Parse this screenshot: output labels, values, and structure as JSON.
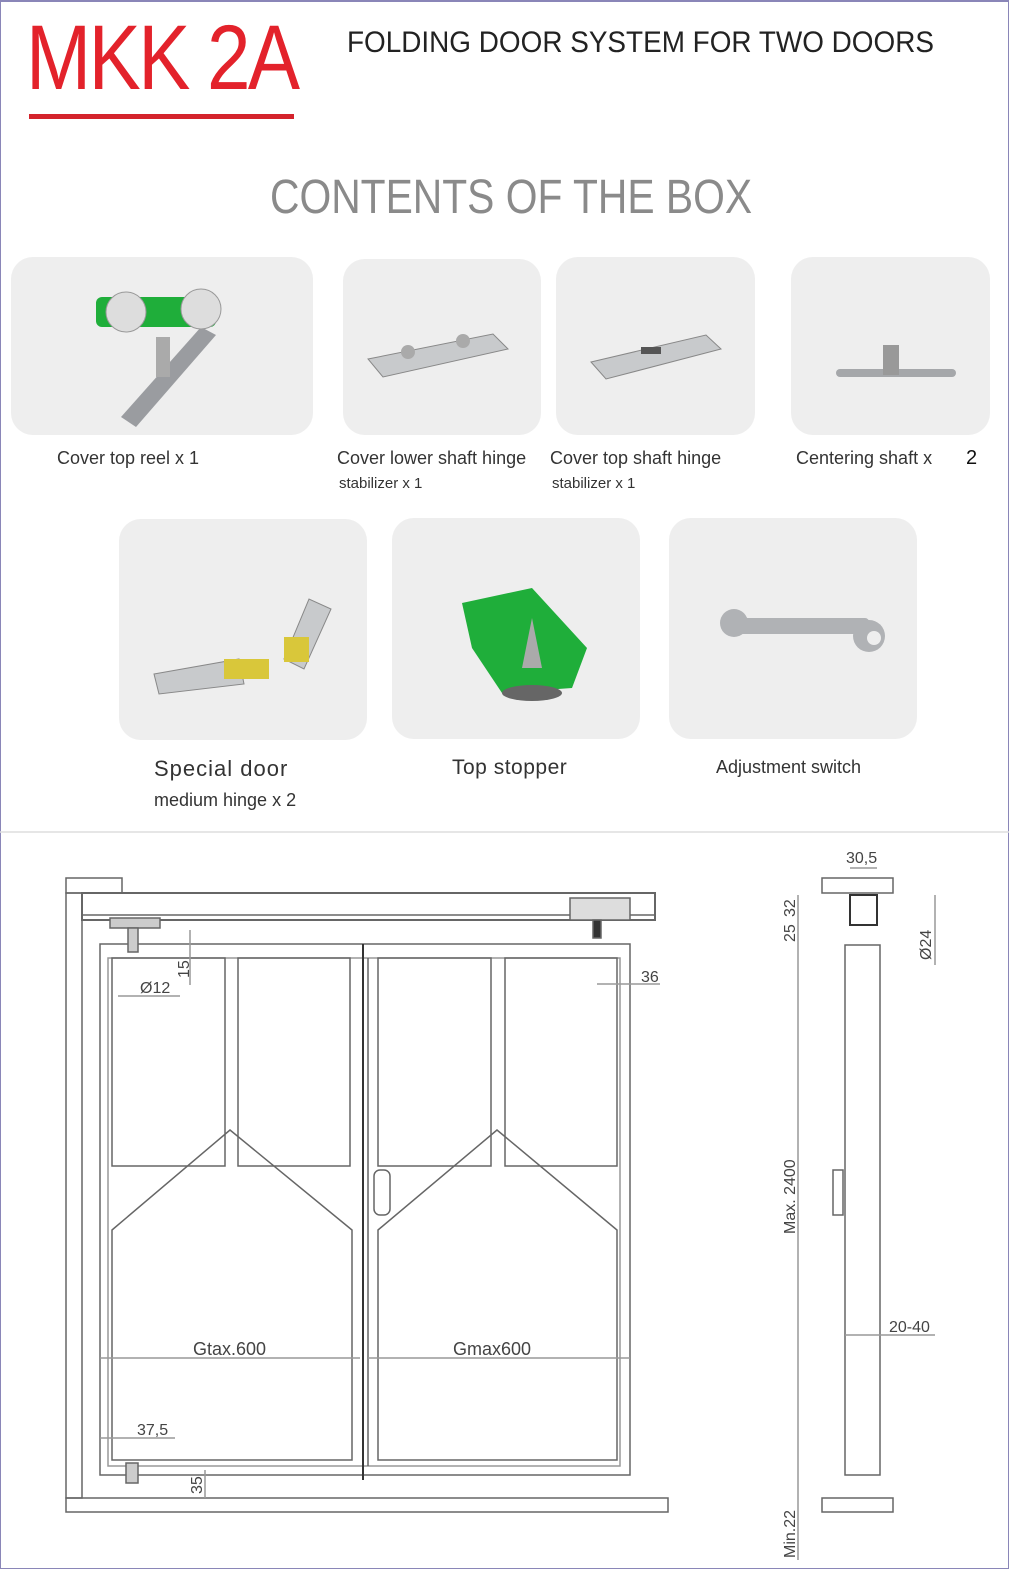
{
  "header": {
    "brand": "MKK 2A",
    "subtitle": "FOLDING DOOR SYSTEM FOR TWO DOORS"
  },
  "section_title": "CONTENTS OF THE BOX",
  "items": [
    {
      "label": "Cover top reel x 1"
    },
    {
      "label": "Cover lower shaft hinge",
      "sub": "stabilizer x 1"
    },
    {
      "label": "Cover top shaft hinge",
      "sub": "stabilizer x 1"
    },
    {
      "label": "Centering shaft x",
      "qty": "2"
    },
    {
      "label": "Special door",
      "sub": "medium hinge x 2"
    },
    {
      "label": "Top stopper"
    },
    {
      "label": "Adjustment switch"
    }
  ],
  "front_view": {
    "d12": "Ø12",
    "d15": "15",
    "d36": "36",
    "width_left": "Gtax.600",
    "width_right": "Gmax600",
    "d375": "37,5",
    "d35": "35"
  },
  "side_view": {
    "d305": "30,5",
    "d25": "25",
    "d32": "32",
    "d24": "Ø24",
    "height": "Max. 2400",
    "thickness": "20-40",
    "min": "Min.22"
  },
  "colors": {
    "brand": "#e3222b",
    "green": "#1fae3a",
    "card": "#eeeeee"
  }
}
